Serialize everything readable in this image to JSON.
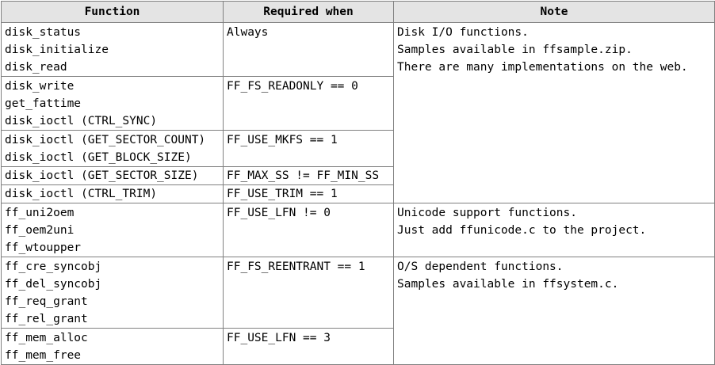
{
  "headers": {
    "function": "Function",
    "required_when": "Required when",
    "note": "Note"
  },
  "rows": [
    {
      "functions": [
        "disk_status",
        "disk_initialize",
        "disk_read"
      ],
      "required_when": "Always"
    },
    {
      "functions": [
        "disk_write",
        "get_fattime",
        "disk_ioctl (CTRL_SYNC)"
      ],
      "required_when": "FF_FS_READONLY == 0"
    },
    {
      "functions": [
        "disk_ioctl (GET_SECTOR_COUNT)",
        "disk_ioctl (GET_BLOCK_SIZE)"
      ],
      "required_when": "FF_USE_MKFS == 1"
    },
    {
      "functions": [
        "disk_ioctl (GET_SECTOR_SIZE)"
      ],
      "required_when": "FF_MAX_SS != FF_MIN_SS"
    },
    {
      "functions": [
        "disk_ioctl (CTRL_TRIM)"
      ],
      "required_when": "FF_USE_TRIM == 1"
    },
    {
      "functions": [
        "ff_uni2oem",
        "ff_oem2uni",
        "ff_wtoupper"
      ],
      "required_when": "FF_USE_LFN != 0"
    },
    {
      "functions": [
        "ff_cre_syncobj",
        "ff_del_syncobj",
        "ff_req_grant",
        "ff_rel_grant"
      ],
      "required_when": "FF_FS_REENTRANT == 1"
    },
    {
      "functions": [
        "ff_mem_alloc",
        "ff_mem_free"
      ],
      "required_when": "FF_USE_LFN == 3"
    }
  ],
  "notes": [
    [
      "Disk I/O functions.",
      "Samples available in ffsample.zip.",
      "There are many implementations on the web."
    ],
    [
      "Unicode support functions.",
      "Just add ffunicode.c to the project."
    ],
    [
      "O/S dependent functions.",
      "Samples available in ffsystem.c."
    ]
  ]
}
